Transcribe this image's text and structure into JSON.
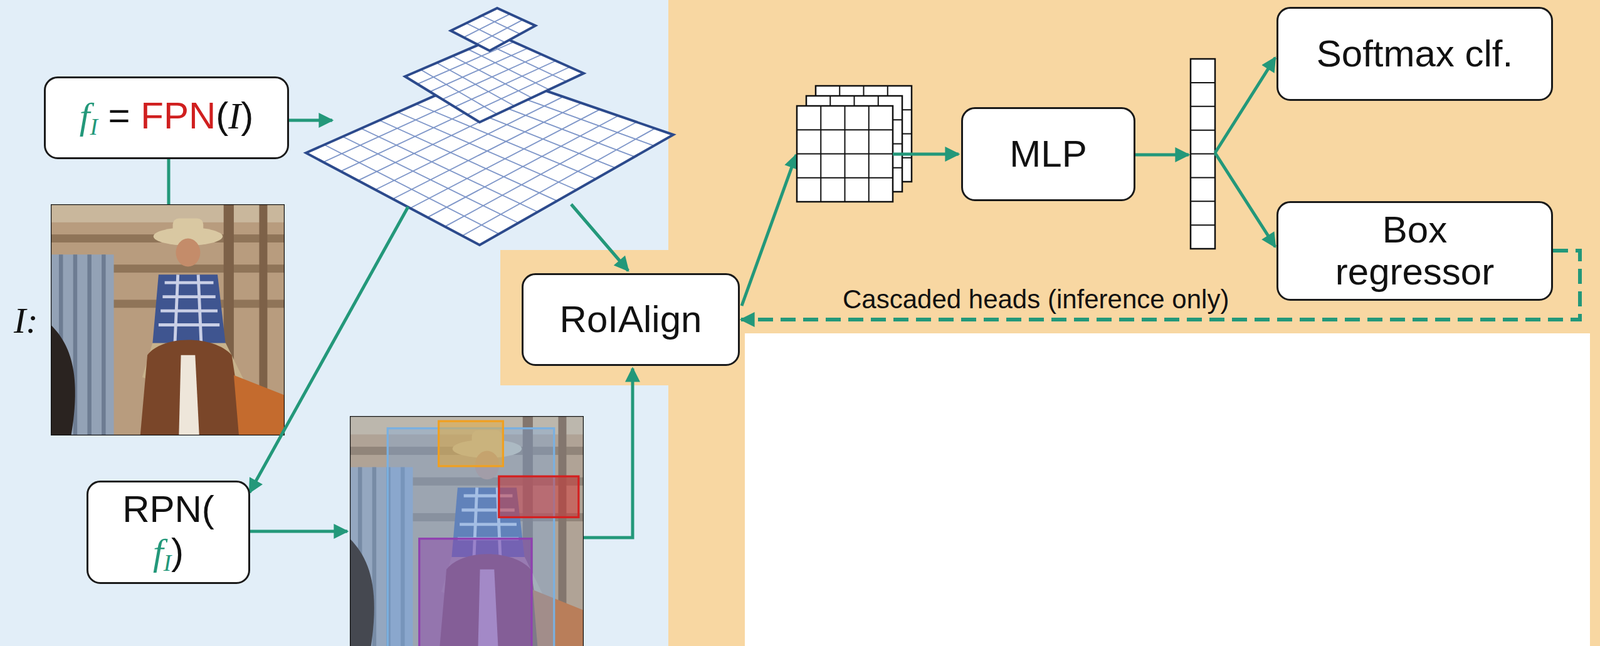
{
  "diagram": {
    "nodes": [
      {
        "text": [
          "fI = FPN(I)"
        ]
      },
      {
        "text": [
          "RPN( fI)"
        ]
      },
      {
        "text": [
          "RoIAlign"
        ]
      },
      {
        "text": [
          "MLP"
        ]
      },
      {
        "text": [
          "Softmax clf."
        ]
      },
      {
        "text": [
          "Box regressor"
        ]
      }
    ],
    "edges": [
      {
        "from": 5,
        "to": 2,
        "arrow": "to",
        "label": "Cascaded heads (inference only)"
      }
    ],
    "labels": [
      "I:"
    ]
  }
}
